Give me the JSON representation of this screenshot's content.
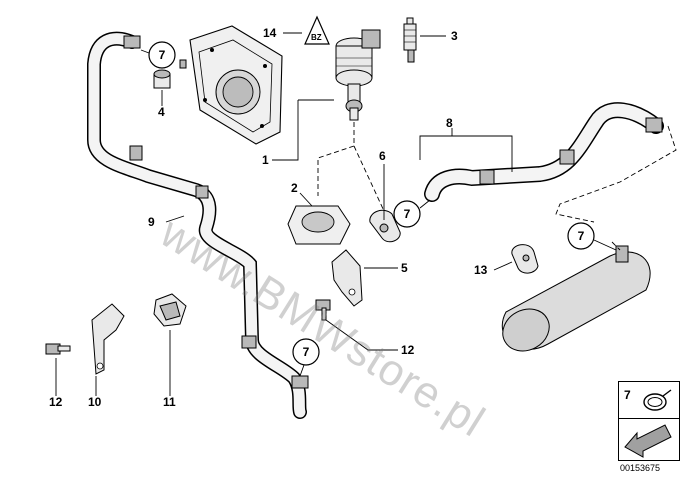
{
  "labels": {
    "p1": "1",
    "p2": "2",
    "p3": "3",
    "p4": "4",
    "p5": "5",
    "p6": "6",
    "p8": "8",
    "p9": "9",
    "p10": "10",
    "p11": "11",
    "p12a": "12",
    "p12b": "12",
    "p13": "13",
    "p14": "14"
  },
  "circled_labels": {
    "c1": "7",
    "c2": "7",
    "c3": "7",
    "c4": "7"
  },
  "reference_box": {
    "label": "7"
  },
  "watermark": "www.BMWstore.pl",
  "diagram_id": "00153675",
  "colors": {
    "line": "#000000",
    "part_fill": "#e9e9e9",
    "part_shade": "#b9b9b9",
    "watermark": "#787878"
  }
}
